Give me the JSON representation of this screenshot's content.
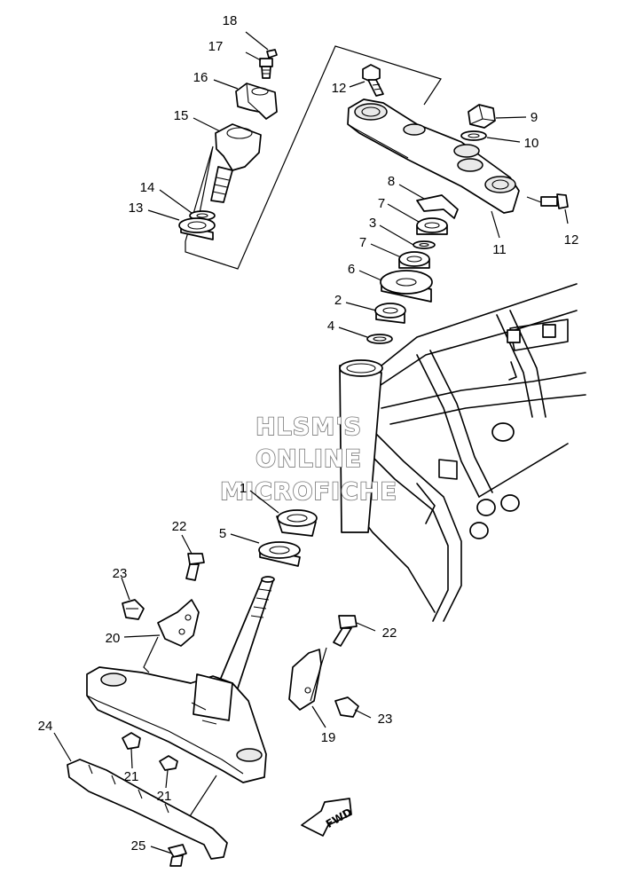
{
  "watermark": {
    "line1": "HLSM'S",
    "line2": "ONLINE",
    "line3": "MICROFICHE"
  },
  "direction_label": "FWD",
  "callouts": {
    "c1": "1",
    "c2": "2",
    "c3": "3",
    "c4": "4",
    "c5": "5",
    "c6": "6",
    "c7a": "7",
    "c7b": "7",
    "c8": "8",
    "c9": "9",
    "c10": "10",
    "c11": "11",
    "c12a": "12",
    "c12b": "12",
    "c13": "13",
    "c14": "14",
    "c15": "15",
    "c16": "16",
    "c17": "17",
    "c18": "18",
    "c19": "19",
    "c20": "20",
    "c21a": "21",
    "c21b": "21",
    "c22a": "22",
    "c22b": "22",
    "c23a": "23",
    "c23b": "23",
    "c24": "24",
    "c25": "25"
  }
}
